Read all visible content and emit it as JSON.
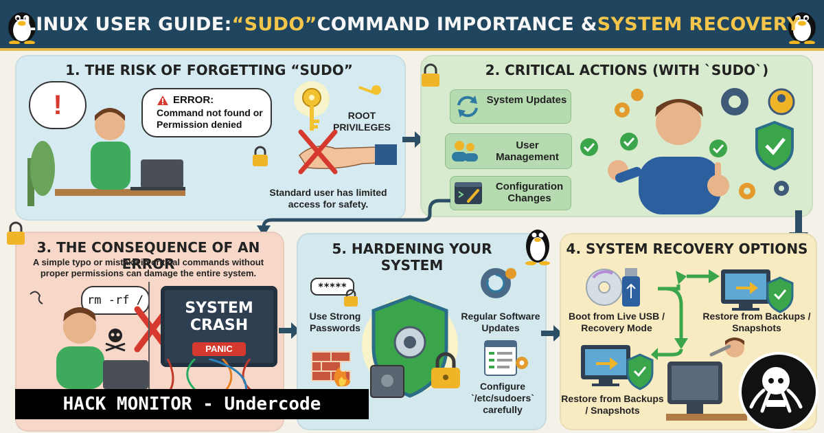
{
  "header": {
    "title_part1": "LINUX USER GUIDE: ",
    "title_highlight1": "“SUDO”",
    "title_part2": " COMMAND IMPORTANCE & ",
    "title_highlight2": "SYSTEM RECOVERY"
  },
  "panel1": {
    "title": "1. THE RISK OF FORGETTING “SUDO”",
    "error_label": "ERROR:",
    "error_message": "Command not found or Permission denied",
    "root_label": "ROOT PRIVILEGES",
    "caption": "Standard user has limited access for safety."
  },
  "panel2": {
    "title": "2. CRITICAL ACTIONS (WITH `SUDO`)",
    "items": [
      "System Updates",
      "User Management",
      "Configuration Changes"
    ]
  },
  "panel3": {
    "title": "3. THE CONSEQUENCE OF AN ERROR",
    "description": "A simple typo or mistake in critical commands without proper permissions can damage the entire system.",
    "command": "rm -rf /",
    "crash_text": "SYSTEM CRASH",
    "panic_label": "PANIC"
  },
  "panel5": {
    "title": "5. HARDENING YOUR SYSTEM",
    "password_mask": "*****",
    "password_label": "Use Strong Passwords",
    "updates_label": "Regular Software Updates",
    "sudoers_label": "Configure `/etc/sudoers` carefully"
  },
  "panel4": {
    "title": "4. SYSTEM RECOVERY OPTIONS",
    "boot_label": "Boot from Live USB / Recovery Mode",
    "restore_label_top": "Restore from Backups / Snapshots",
    "restore_label_bottom": "Restore from Backups / Snapshots"
  },
  "watermark": "HACK MONITOR - Undercode",
  "colors": {
    "header_bg": "#20465f",
    "highlight": "#f3c54a",
    "panel1_bg": "#d6ebf1",
    "panel2_bg": "#d8ebcf",
    "panel3_bg": "#f7d8c8",
    "panel5_bg": "#d3e9ee",
    "panel4_bg": "#f8ebc2",
    "error_red": "#d63a2f",
    "check_green": "#3aa54a"
  }
}
